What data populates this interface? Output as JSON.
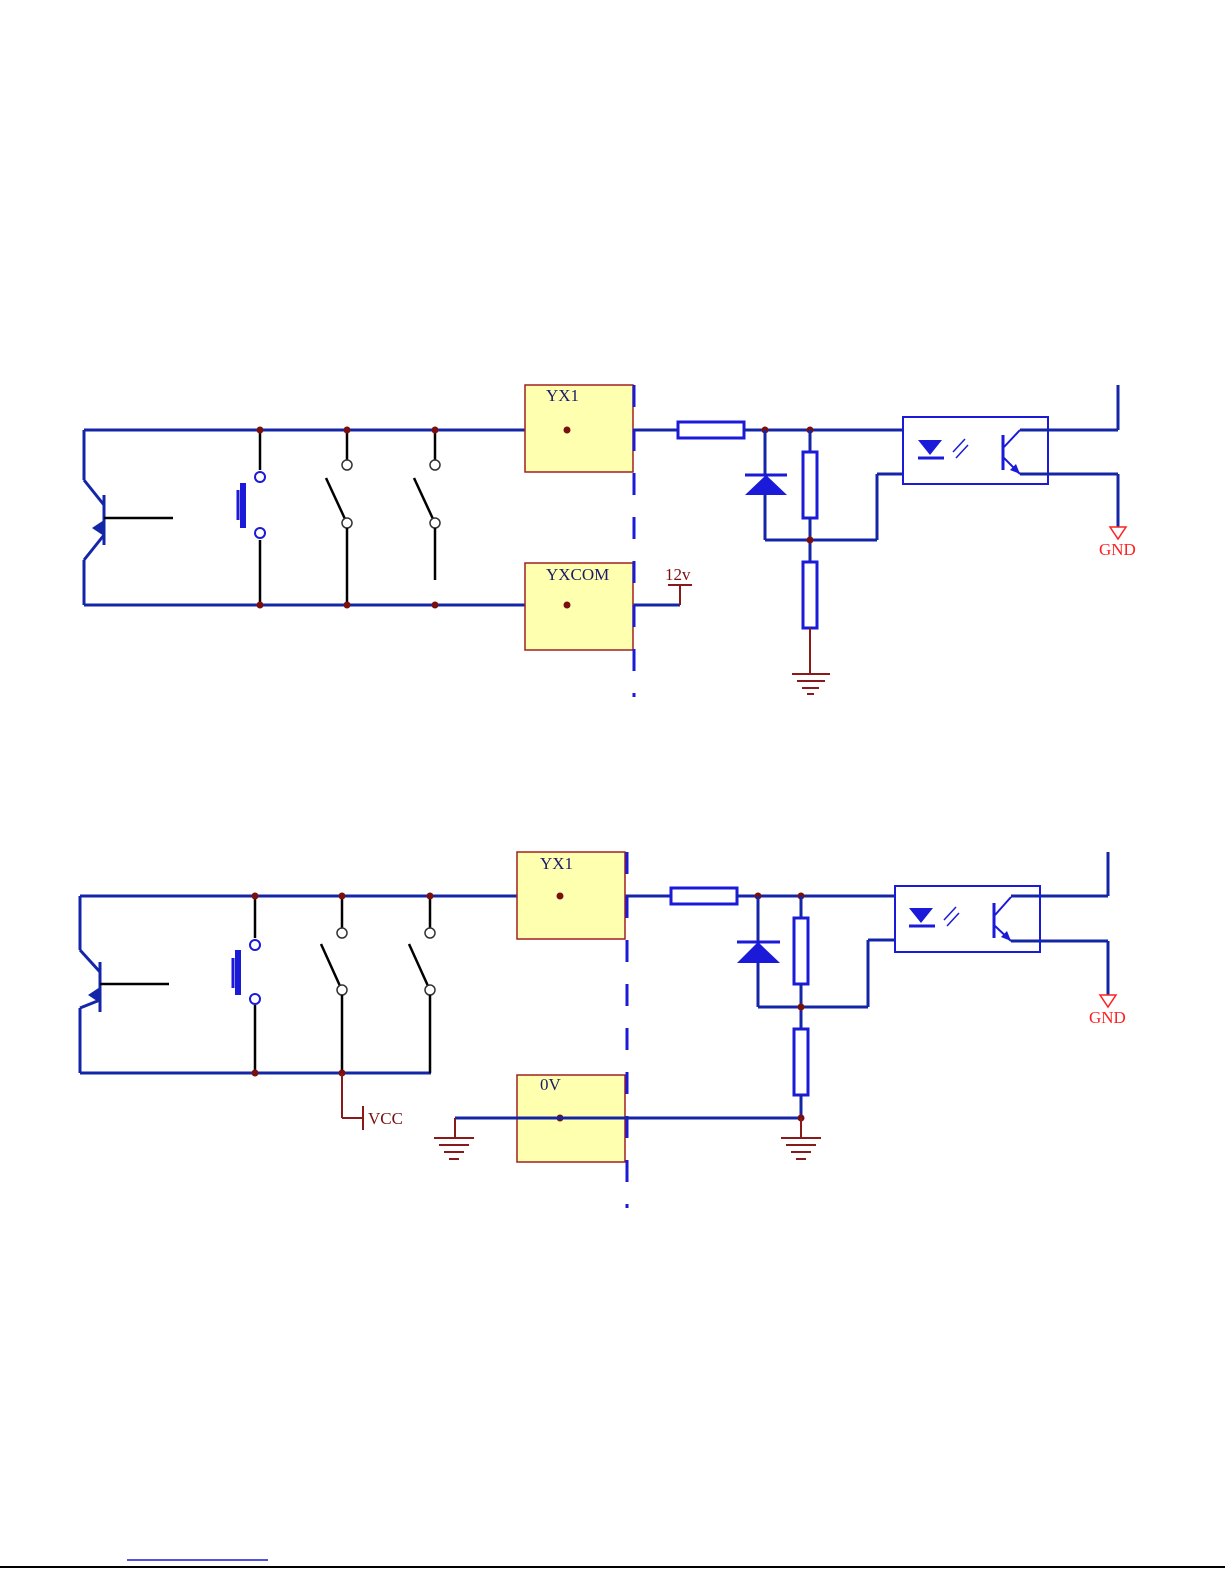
{
  "circuit_top": {
    "connector_input": "YX1",
    "connector_common": "YXCOM",
    "supply_label": "12v",
    "output_ground": "GND"
  },
  "circuit_bottom": {
    "connector_input": "YX1",
    "connector_common": "0V",
    "supply_label": "VCC",
    "output_ground": "GND"
  },
  "colors": {
    "wire": "#1426a8",
    "component": "#1a1ad8",
    "connector_fill": "#ffffb0",
    "junction": "#7a0f0f",
    "gnd_label": "#ff2020"
  }
}
